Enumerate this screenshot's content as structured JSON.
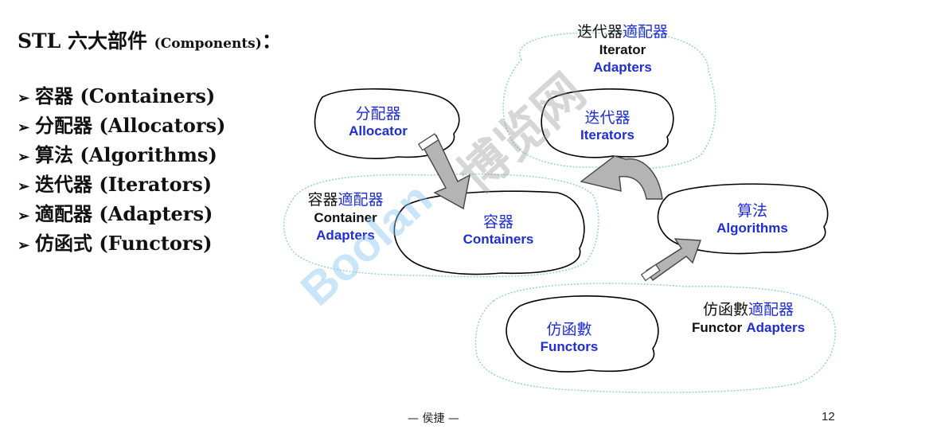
{
  "slide": {
    "title_main": "STL 六大部件",
    "title_sub": "(Components)",
    "title_colon": "：",
    "bullet_marker": "➢",
    "bullets": [
      "容器 (Containers)",
      "分配器 (Allocators)",
      "算法 (Algorithms)",
      "迭代器 (Iterators)",
      "適配器 (Adapters)",
      "仿函式 (Functors)"
    ]
  },
  "diagram": {
    "iterator_adapters": {
      "zh_black": "迭代器",
      "zh_blue": "適配器",
      "en_black": "Iterator",
      "en_blue": "Adapters"
    },
    "allocator": {
      "zh": "分配器",
      "en": "Allocator"
    },
    "iterators": {
      "zh": "迭代器",
      "en": "Iterators"
    },
    "container_adapters": {
      "zh_black": "容器",
      "zh_blue": "適配器",
      "en_black": "Container",
      "en_blue": "Adapters"
    },
    "containers": {
      "zh": "容器",
      "en": "Containers"
    },
    "algorithms": {
      "zh": "算法",
      "en": "Algorithms"
    },
    "functor_adapters": {
      "zh_black": "仿函數",
      "zh_blue": "適配器",
      "en_black": "Functor",
      "en_blue": "Adapters"
    },
    "functors": {
      "zh": "仿函數",
      "en": "Functors"
    }
  },
  "footer": {
    "author": "— 侯捷 —",
    "page_number": "12"
  },
  "watermark": {
    "logo": "Boolan",
    "brand_zh": "博览网"
  },
  "colors": {
    "blue_text": "#1f2ecf",
    "cloud_outline": "#8fd0c8",
    "arrow_fill": "#a8a8a8"
  }
}
